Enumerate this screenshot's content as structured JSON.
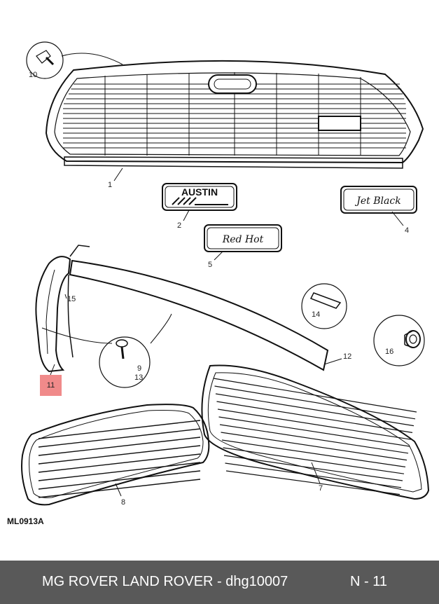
{
  "callouts": {
    "c1": "1",
    "c2": "2",
    "c4": "4",
    "c5": "5",
    "c7": "7",
    "c8": "8",
    "c9": "9",
    "c10": "10",
    "c11": "11",
    "c12": "12",
    "c13": "13",
    "c14": "14",
    "c15": "15",
    "c16": "16"
  },
  "badges": {
    "austin": "AUSTIN",
    "jet_black": "Jet Black",
    "red_hot": "Red Hot"
  },
  "drawing_code": "ML0913A",
  "footer": {
    "label": "MG ROVER LAND ROVER - dhg10007",
    "page": "N - 11"
  },
  "colors": {
    "highlight": "#f08a8a",
    "footer_bg": "#595959",
    "ink": "#111111"
  }
}
